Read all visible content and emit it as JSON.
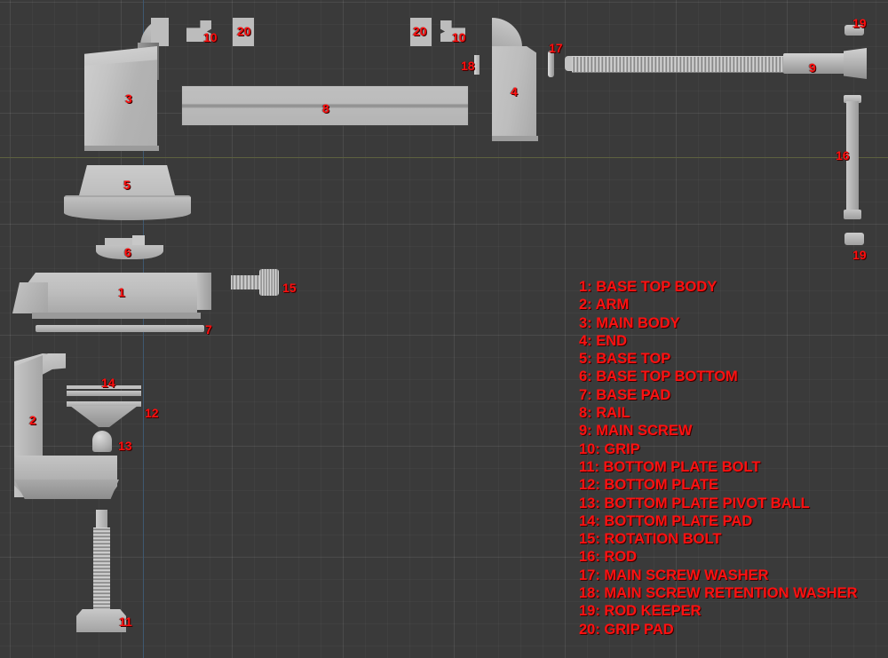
{
  "viewport": {
    "background_color": "#3a3a3a",
    "grid_color": "#4a4a4a",
    "y_axis_color": "#5d6140",
    "x_axis_color": "#3f5870",
    "label_color": "#ff0000"
  },
  "legend": {
    "title": "",
    "items": [
      {
        "number": "1",
        "name": "BASE TOP BODY",
        "text": "1: BASE TOP BODY"
      },
      {
        "number": "2",
        "name": "ARM",
        "text": "2: ARM"
      },
      {
        "number": "3",
        "name": "MAIN BODY",
        "text": "3: MAIN BODY"
      },
      {
        "number": "4",
        "name": "END",
        "text": "4: END"
      },
      {
        "number": "5",
        "name": "BASE TOP",
        "text": "5: BASE TOP"
      },
      {
        "number": "6",
        "name": "BASE TOP BOTTOM",
        "text": "6: BASE TOP BOTTOM"
      },
      {
        "number": "7",
        "name": "BASE PAD",
        "text": "7: BASE PAD"
      },
      {
        "number": "8",
        "name": "RAIL",
        "text": "8: RAIL"
      },
      {
        "number": "9",
        "name": "MAIN SCREW",
        "text": "9: MAIN SCREW"
      },
      {
        "number": "10",
        "name": "GRIP",
        "text": "10: GRIP"
      },
      {
        "number": "11",
        "name": "BOTTOM PLATE BOLT",
        "text": "11: BOTTOM PLATE BOLT"
      },
      {
        "number": "12",
        "name": "BOTTOM PLATE",
        "text": "12: BOTTOM PLATE"
      },
      {
        "number": "13",
        "name": "BOTTOM PLATE PIVOT BALL",
        "text": "13: BOTTOM PLATE PIVOT BALL"
      },
      {
        "number": "14",
        "name": "BOTTOM PLATE PAD",
        "text": "14: BOTTOM PLATE PAD"
      },
      {
        "number": "15",
        "name": "ROTATION BOLT",
        "text": "15: ROTATION BOLT"
      },
      {
        "number": "16",
        "name": "ROD",
        "text": "16: ROD"
      },
      {
        "number": "17",
        "name": "MAIN SCREW WASHER",
        "text": "17: MAIN SCREW WASHER"
      },
      {
        "number": "18",
        "name": "MAIN SCREW RETENTION WASHER",
        "text": "18: MAIN SCREW RETENTION WASHER"
      },
      {
        "number": "19",
        "name": "ROD KEEPER",
        "text": "19: ROD KEEPER"
      },
      {
        "number": "20",
        "name": "GRIP PAD",
        "text": "20: GRIP PAD"
      }
    ]
  },
  "callouts": [
    {
      "id": "c3",
      "label": "3",
      "part": "MAIN BODY"
    },
    {
      "id": "c10a",
      "label": "10",
      "part": "GRIP"
    },
    {
      "id": "c20a",
      "label": "20",
      "part": "GRIP PAD"
    },
    {
      "id": "c20b",
      "label": "20",
      "part": "GRIP PAD"
    },
    {
      "id": "c10b",
      "label": "10",
      "part": "GRIP"
    },
    {
      "id": "c8",
      "label": "8",
      "part": "RAIL"
    },
    {
      "id": "c18",
      "label": "18",
      "part": "MAIN SCREW RETENTION WASHER"
    },
    {
      "id": "c4",
      "label": "4",
      "part": "END"
    },
    {
      "id": "c17",
      "label": "17",
      "part": "MAIN SCREW WASHER"
    },
    {
      "id": "c9",
      "label": "9",
      "part": "MAIN SCREW"
    },
    {
      "id": "c19a",
      "label": "19",
      "part": "ROD KEEPER"
    },
    {
      "id": "c16",
      "label": "16",
      "part": "ROD"
    },
    {
      "id": "c19b",
      "label": "19",
      "part": "ROD KEEPER"
    },
    {
      "id": "c5",
      "label": "5",
      "part": "BASE TOP"
    },
    {
      "id": "c6",
      "label": "6",
      "part": "BASE TOP BOTTOM"
    },
    {
      "id": "c1",
      "label": "1",
      "part": "BASE TOP BODY"
    },
    {
      "id": "c15",
      "label": "15",
      "part": "ROTATION BOLT"
    },
    {
      "id": "c7",
      "label": "7",
      "part": "BASE PAD"
    },
    {
      "id": "c2",
      "label": "2",
      "part": "ARM"
    },
    {
      "id": "c14",
      "label": "14",
      "part": "BOTTOM PLATE PAD"
    },
    {
      "id": "c12",
      "label": "12",
      "part": "BOTTOM PLATE"
    },
    {
      "id": "c13",
      "label": "13",
      "part": "BOTTOM PLATE PIVOT BALL"
    },
    {
      "id": "c11",
      "label": "11",
      "part": "BOTTOM PLATE BOLT"
    }
  ]
}
